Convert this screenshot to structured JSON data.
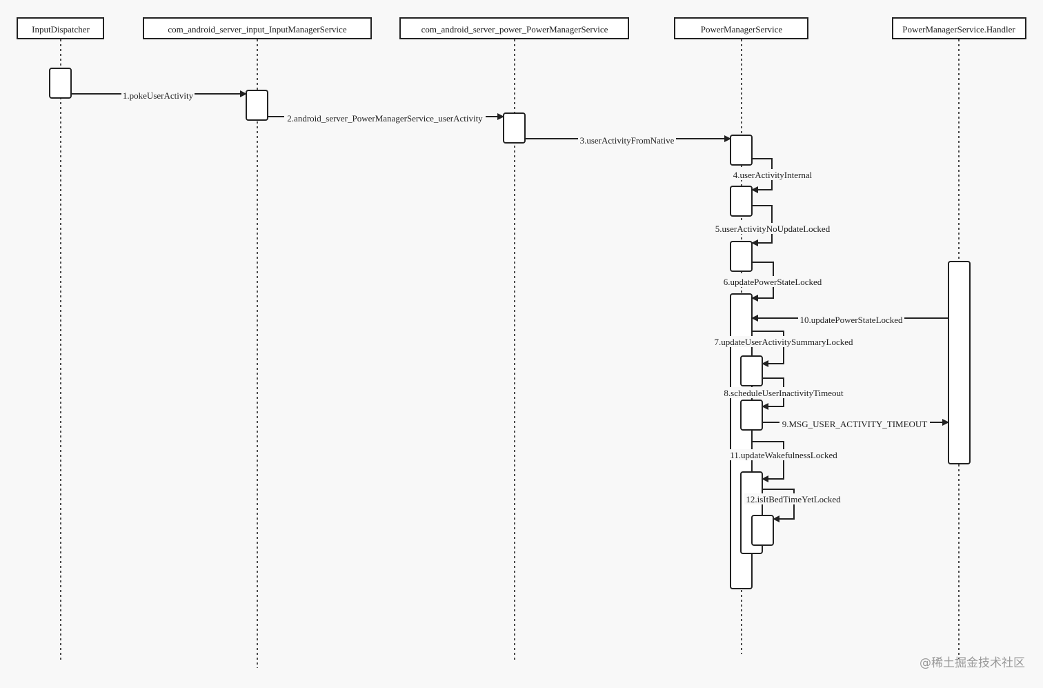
{
  "participants": [
    {
      "id": "input-dispatcher",
      "label": "InputDispatcher"
    },
    {
      "id": "input-manager-jni",
      "label": "com_android_server_input_InputManagerService"
    },
    {
      "id": "power-manager-jni",
      "label": "com_android_server_power_PowerManagerService"
    },
    {
      "id": "power-manager-service",
      "label": "PowerManagerService"
    },
    {
      "id": "power-manager-handler",
      "label": "PowerManagerService.Handler"
    }
  ],
  "messages": [
    {
      "id": "m1",
      "label": "1.pokeUserActivity"
    },
    {
      "id": "m2",
      "label": "2.android_server_PowerManagerService_userActivity"
    },
    {
      "id": "m3",
      "label": "3.userActivityFromNative"
    },
    {
      "id": "m4",
      "label": "4.userActivityInternal"
    },
    {
      "id": "m5",
      "label": "5.userActivityNoUpdateLocked"
    },
    {
      "id": "m6",
      "label": "6.updatePowerStateLocked"
    },
    {
      "id": "m7",
      "label": "7.updateUserActivitySummaryLocked"
    },
    {
      "id": "m8",
      "label": "8.scheduleUserInactivityTimeout"
    },
    {
      "id": "m9",
      "label": "9.MSG_USER_ACTIVITY_TIMEOUT"
    },
    {
      "id": "m10",
      "label": "10.updatePowerStateLocked"
    },
    {
      "id": "m11",
      "label": "11.updateWakefulnessLocked"
    },
    {
      "id": "m12",
      "label": "12.isItBedTimeYetLocked"
    }
  ],
  "watermark": "@稀土掘金技术社区"
}
